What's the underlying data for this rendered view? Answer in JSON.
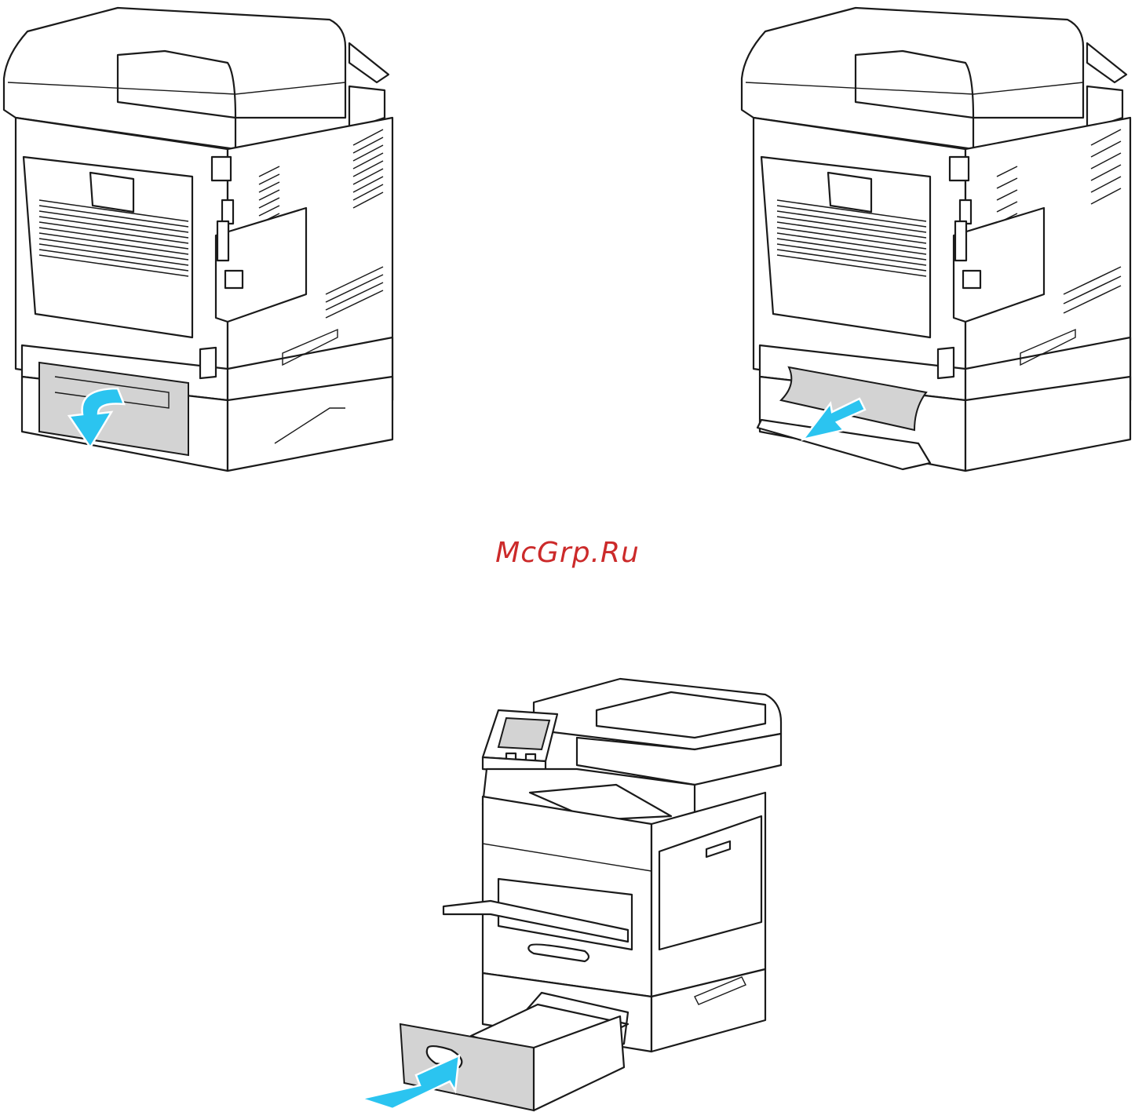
{
  "watermark": {
    "text": "McGrp.Ru",
    "color": "#cc2a2a"
  },
  "colors": {
    "arrow": "#2bc4f0",
    "highlight": "#d3d3d3",
    "outline": "#1a1a1a",
    "background": "#ffffff"
  },
  "steps": [
    {
      "id": "open-rear-door",
      "arrow": "arrow-down-curved"
    },
    {
      "id": "remove-jammed-paper",
      "arrow": "arrow-pull-out"
    },
    {
      "id": "insert-tray",
      "arrow": "arrow-push-in"
    }
  ]
}
